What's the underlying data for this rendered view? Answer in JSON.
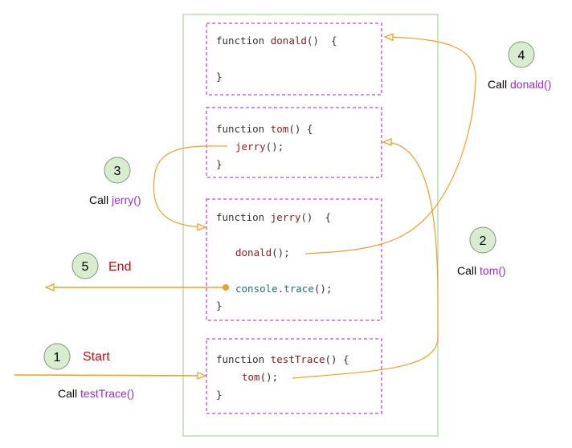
{
  "blocks": {
    "donald": {
      "line1_kw": "function",
      "line1_name": "donald",
      "line1_rest": "()  {",
      "line2": "}"
    },
    "tom": {
      "line1_kw": "function",
      "line1_name": "tom",
      "line1_rest": "() {",
      "line2_call": "jerry",
      "line2_rest": "();",
      "line3": "}"
    },
    "jerry": {
      "line1_kw": "function",
      "line1_name": "jerry",
      "line1_rest": "()  {",
      "line2_call": "donald",
      "line2_rest": "();",
      "line3_obj": "console",
      "line3_dot": ".",
      "line3_method": "trace",
      "line3_rest": "();",
      "line4": "}"
    },
    "testTrace": {
      "line1_kw": "function",
      "line1_name": "testTrace",
      "line1_rest": "() {",
      "line2_call": "tom",
      "line2_rest": "();",
      "line3": "}"
    }
  },
  "steps": [
    {
      "number": "1",
      "title": "Start",
      "call_prefix": "Call",
      "call_name": "testTrace()"
    },
    {
      "number": "2",
      "call_prefix": "Call",
      "call_name": "tom()"
    },
    {
      "number": "3",
      "call_prefix": "Call",
      "call_name": "jerry()"
    },
    {
      "number": "4",
      "call_prefix": "Call",
      "call_name": "donald()"
    },
    {
      "number": "5",
      "title": "End"
    }
  ],
  "colors": {
    "outer_border": "#a8d4a0",
    "block_border": "#b34fd6",
    "arrow": "#f0a020",
    "step_circle_fill": "#d8ecd0",
    "step_circle_stroke": "#7a9a70",
    "accent_red": "#e00000",
    "accent_purple": "#9a2bd6"
  }
}
